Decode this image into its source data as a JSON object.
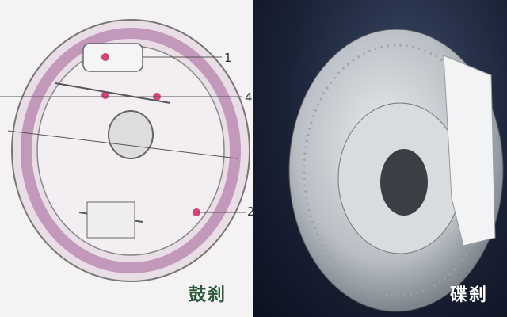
{
  "drum": {
    "labels": [
      "1",
      "4",
      "2"
    ],
    "caption": "鼓刹"
  },
  "disc": {
    "caption": "碟刹"
  },
  "colors": {
    "drum_accent": "#b07aa8",
    "disc_bg": "#1a2236",
    "caption_dark": "#2a5a3a"
  }
}
